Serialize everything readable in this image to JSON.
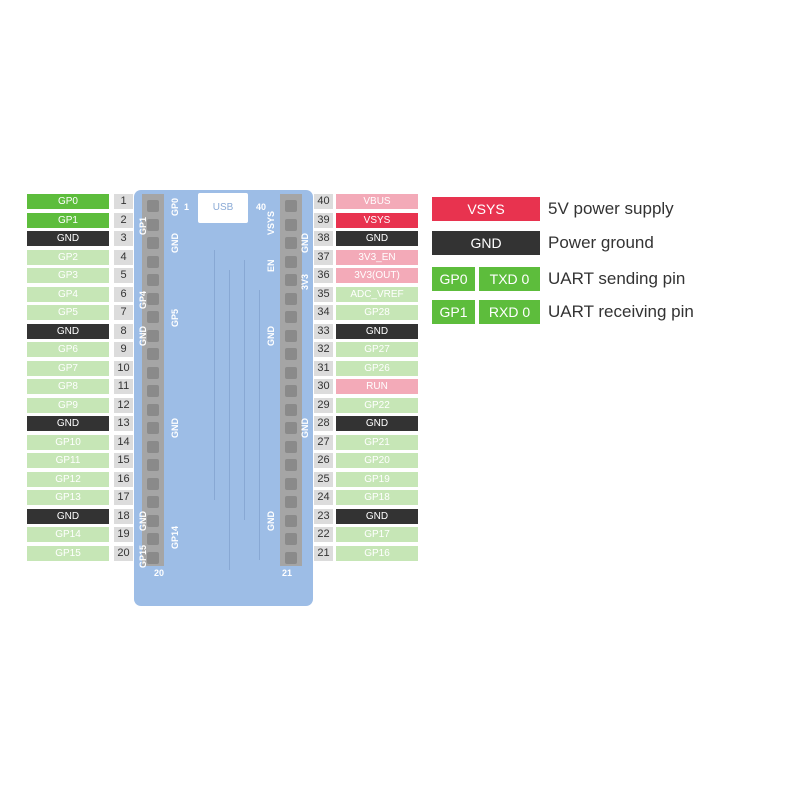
{
  "left_pins": [
    {
      "n": "1",
      "label": "GP0",
      "type": "uart"
    },
    {
      "n": "2",
      "label": "GP1",
      "type": "uart"
    },
    {
      "n": "3",
      "label": "GND",
      "type": "gnd"
    },
    {
      "n": "4",
      "label": "GP2",
      "type": "gp"
    },
    {
      "n": "5",
      "label": "GP3",
      "type": "gp"
    },
    {
      "n": "6",
      "label": "GP4",
      "type": "gp"
    },
    {
      "n": "7",
      "label": "GP5",
      "type": "gp"
    },
    {
      "n": "8",
      "label": "GND",
      "type": "gnd"
    },
    {
      "n": "9",
      "label": "GP6",
      "type": "gp"
    },
    {
      "n": "10",
      "label": "GP7",
      "type": "gp"
    },
    {
      "n": "11",
      "label": "GP8",
      "type": "gp"
    },
    {
      "n": "12",
      "label": "GP9",
      "type": "gp"
    },
    {
      "n": "13",
      "label": "GND",
      "type": "gnd"
    },
    {
      "n": "14",
      "label": "GP10",
      "type": "gp"
    },
    {
      "n": "15",
      "label": "GP11",
      "type": "gp"
    },
    {
      "n": "16",
      "label": "GP12",
      "type": "gp"
    },
    {
      "n": "17",
      "label": "GP13",
      "type": "gp"
    },
    {
      "n": "18",
      "label": "GND",
      "type": "gnd"
    },
    {
      "n": "19",
      "label": "GP14",
      "type": "gp"
    },
    {
      "n": "20",
      "label": "GP15",
      "type": "gp"
    }
  ],
  "right_pins": [
    {
      "n": "40",
      "label": "VBUS",
      "type": "pwr"
    },
    {
      "n": "39",
      "label": "VSYS",
      "type": "red"
    },
    {
      "n": "38",
      "label": "GND",
      "type": "gnd"
    },
    {
      "n": "37",
      "label": "3V3_EN",
      "type": "pwr"
    },
    {
      "n": "36",
      "label": "3V3(OUT)",
      "type": "pwr"
    },
    {
      "n": "35",
      "label": "ADC_VREF",
      "type": "gp"
    },
    {
      "n": "34",
      "label": "GP28",
      "type": "gp"
    },
    {
      "n": "33",
      "label": "GND",
      "type": "gnd"
    },
    {
      "n": "32",
      "label": "GP27",
      "type": "gp"
    },
    {
      "n": "31",
      "label": "GP26",
      "type": "gp"
    },
    {
      "n": "30",
      "label": "RUN",
      "type": "pwr"
    },
    {
      "n": "29",
      "label": "GP22",
      "type": "gp"
    },
    {
      "n": "28",
      "label": "GND",
      "type": "gnd"
    },
    {
      "n": "27",
      "label": "GP21",
      "type": "gp"
    },
    {
      "n": "26",
      "label": "GP20",
      "type": "gp"
    },
    {
      "n": "25",
      "label": "GP19",
      "type": "gp"
    },
    {
      "n": "24",
      "label": "GP18",
      "type": "gp"
    },
    {
      "n": "23",
      "label": "GND",
      "type": "gnd"
    },
    {
      "n": "22",
      "label": "GP17",
      "type": "gp"
    },
    {
      "n": "21",
      "label": "GP16",
      "type": "gp"
    }
  ],
  "board": {
    "usb": "USB",
    "pin1": "1",
    "pin40": "40",
    "pin20": "20",
    "pin21": "21",
    "silk_left": [
      {
        "t": "GP0",
        "row": 0,
        "col": "in"
      },
      {
        "t": "GP1",
        "row": 1,
        "col": "out"
      },
      {
        "t": "GND",
        "row": 2,
        "col": "in"
      },
      {
        "t": "GP4",
        "row": 5,
        "col": "out"
      },
      {
        "t": "GP5",
        "row": 6,
        "col": "in"
      },
      {
        "t": "GND",
        "row": 7,
        "col": "out"
      },
      {
        "t": "GND",
        "row": 12,
        "col": "in"
      },
      {
        "t": "GND",
        "row": 17,
        "col": "out"
      },
      {
        "t": "GP14",
        "row": 18,
        "col": "in"
      },
      {
        "t": "GP15",
        "row": 19,
        "col": "out"
      }
    ],
    "silk_right": [
      {
        "t": "VSYS",
        "row": 1,
        "col": "in"
      },
      {
        "t": "GND",
        "row": 2,
        "col": "out"
      },
      {
        "t": "EN",
        "row": 3,
        "col": "in"
      },
      {
        "t": "3V3",
        "row": 4,
        "col": "out"
      },
      {
        "t": "GND",
        "row": 7,
        "col": "in"
      },
      {
        "t": "GND",
        "row": 12,
        "col": "out"
      },
      {
        "t": "GND",
        "row": 17,
        "col": "in"
      }
    ]
  },
  "legend": [
    {
      "boxes": [
        {
          "t": "VSYS",
          "type": "red"
        }
      ],
      "text": "5V power supply"
    },
    {
      "boxes": [
        {
          "t": "GND",
          "type": "gnd"
        }
      ],
      "text": "Power ground"
    },
    {
      "boxes": [
        {
          "t": "GP0",
          "type": "uart"
        },
        {
          "t": "TXD 0",
          "type": "uart"
        }
      ],
      "text": "UART sending pin"
    },
    {
      "boxes": [
        {
          "t": "GP1",
          "type": "uart"
        },
        {
          "t": "RXD 0",
          "type": "uart"
        }
      ],
      "text": "UART receiving pin"
    }
  ],
  "colors": {
    "uart": "#5dbd3c",
    "gp": "#c6e6b6",
    "gnd": "#333333",
    "pwr": "#f3aab8",
    "red": "#e8334f",
    "board": "#9dbde6"
  }
}
